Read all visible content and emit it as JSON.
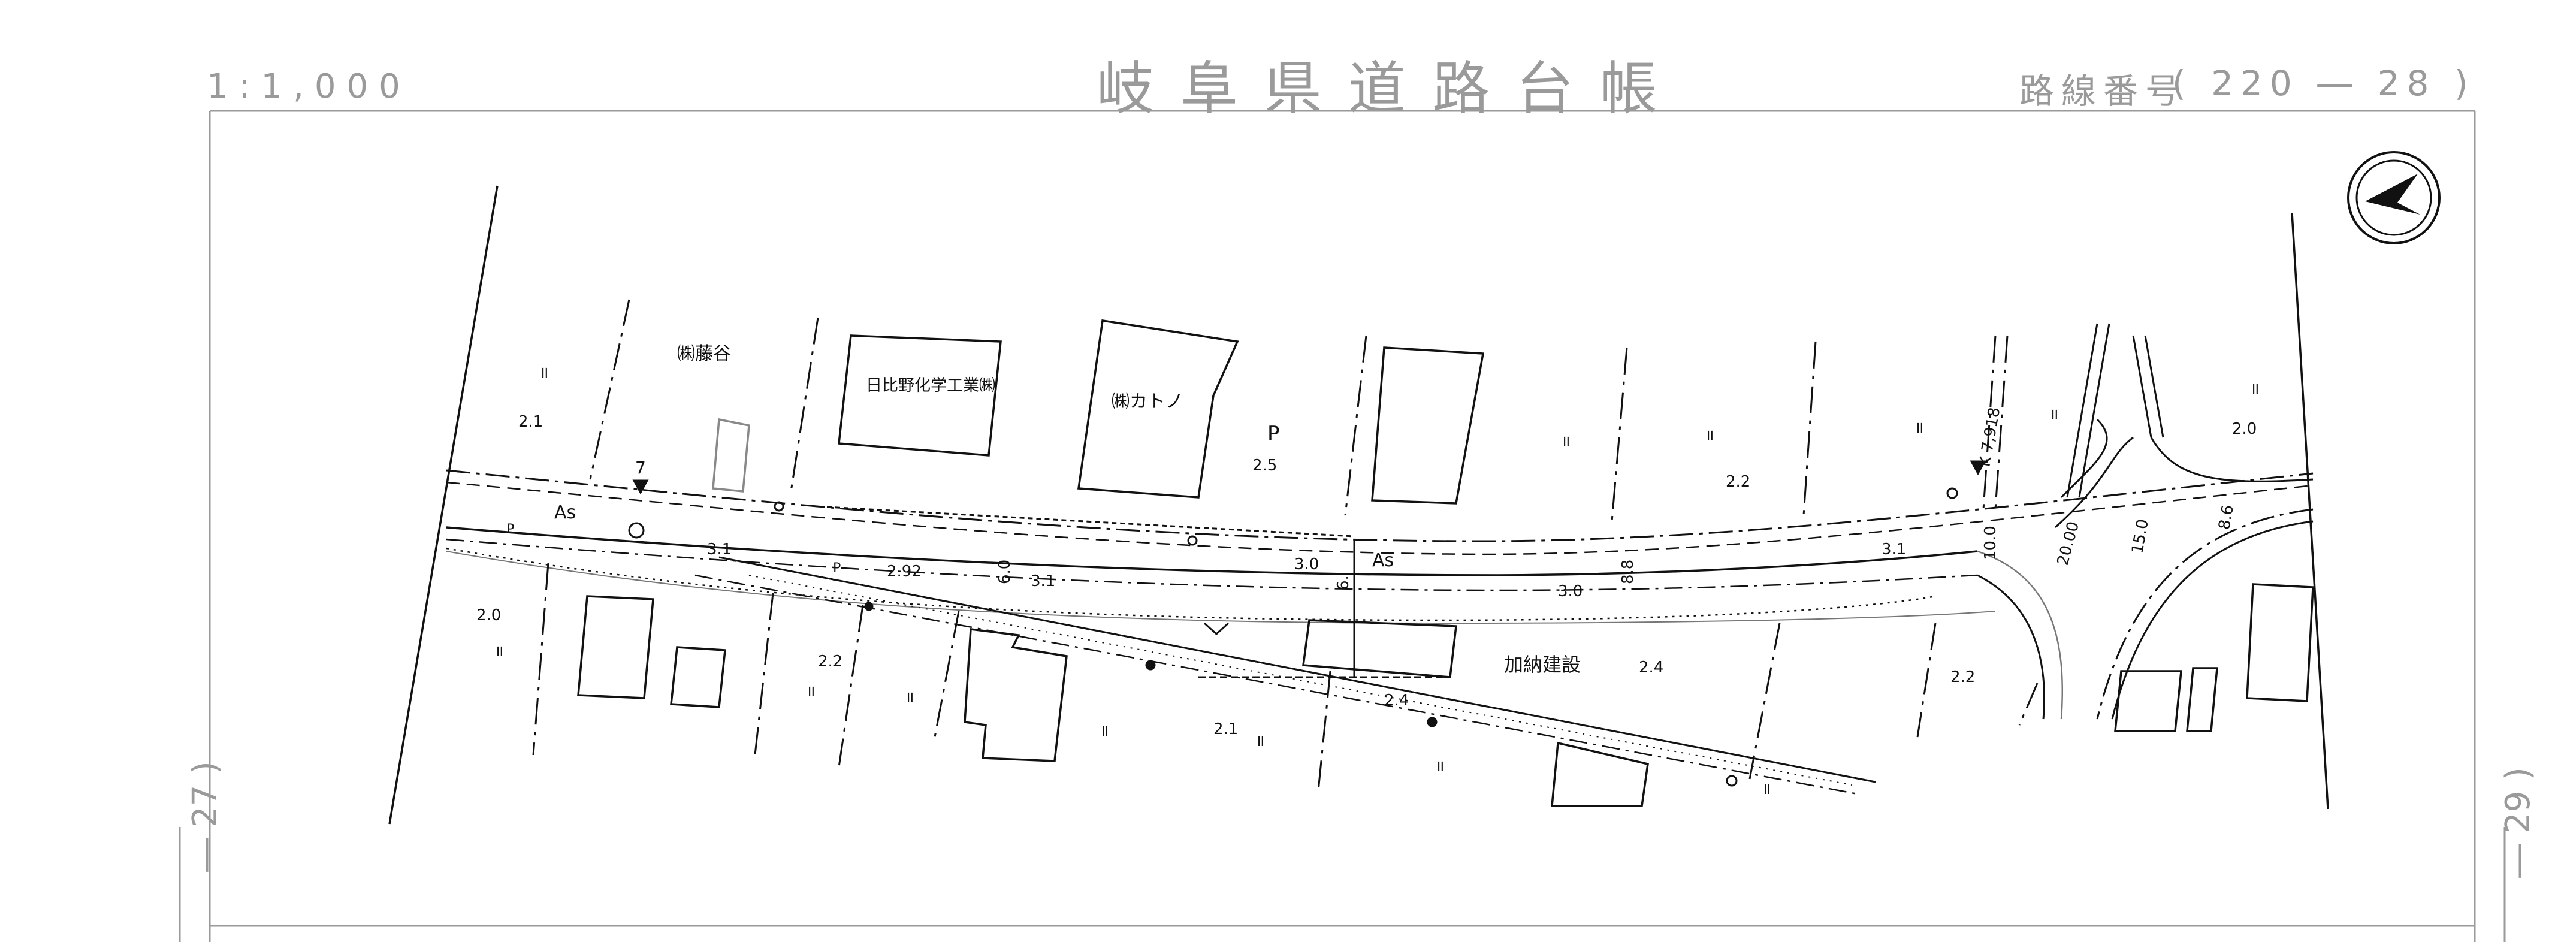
{
  "header": {
    "scale": "1:1,000",
    "title": "岐阜県道路台帳",
    "route_label": "路線番号",
    "route_number": "( 220 ― 28 )"
  },
  "adjacent_sheets": {
    "left": "― 27 )",
    "right": "― 29 )"
  },
  "map_labels": {
    "fujiya": "㈱藤谷",
    "hibino": "日比野化学工業㈱",
    "katono": "㈱カトノ",
    "kano": "加納建設",
    "parking": "P",
    "as_left": "As",
    "as_center": "As",
    "p_left": "P",
    "p_sidewalk": "P",
    "marker_7": "7",
    "km_marker": "K 7,918",
    "elev_1": "2.1",
    "elev_2": "2.5",
    "elev_3": "2.2",
    "elev_4": "2.0",
    "elev_5": "2.0",
    "elev_6": "2.2",
    "elev_7": "2.1",
    "elev_8": "2.4",
    "elev_9": "2.4",
    "elev_10": "2.2",
    "elev_11": "3.1",
    "elev_12": "2.92",
    "elev_13": "3.1",
    "elev_14": "3.0",
    "elev_15": "3.0",
    "elev_16": "3.1",
    "width_1": "6.0",
    "width_2": "6.",
    "width_3": "8.8",
    "width_4": "10.0",
    "width_5": "20.00",
    "width_6": "15.0",
    "width_7": "8.6",
    "field_1": "॥",
    "field_2": "॥",
    "field_3": "॥",
    "field_4": "॥",
    "field_5": "॥",
    "field_6": "॥",
    "field_7": "॥",
    "field_8": "॥",
    "field_9": "॥",
    "field_10": "॥",
    "field_11": "॥",
    "field_12": "॥",
    "field_13": "॥"
  },
  "colors": {
    "frame": "#9a9a9a",
    "line": "#111111"
  },
  "icons": {
    "north_arrow": "north-arrow-icon"
  }
}
